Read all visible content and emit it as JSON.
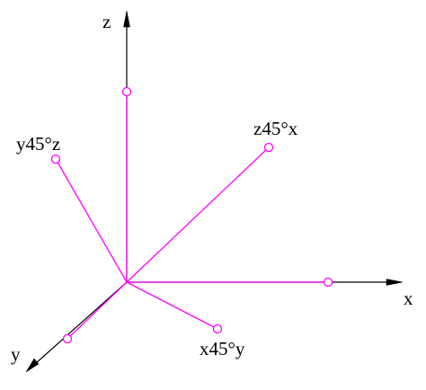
{
  "colors": {
    "axis": "#000000",
    "vector": "#ff00ff",
    "background": "#ffffff"
  },
  "axes": {
    "z_label": "z",
    "x_label": "x",
    "y_label": "y"
  },
  "vectors": {
    "z45x_label": "z45°x",
    "y45z_label": "y45°z",
    "x45y_label": "x45°y"
  }
}
